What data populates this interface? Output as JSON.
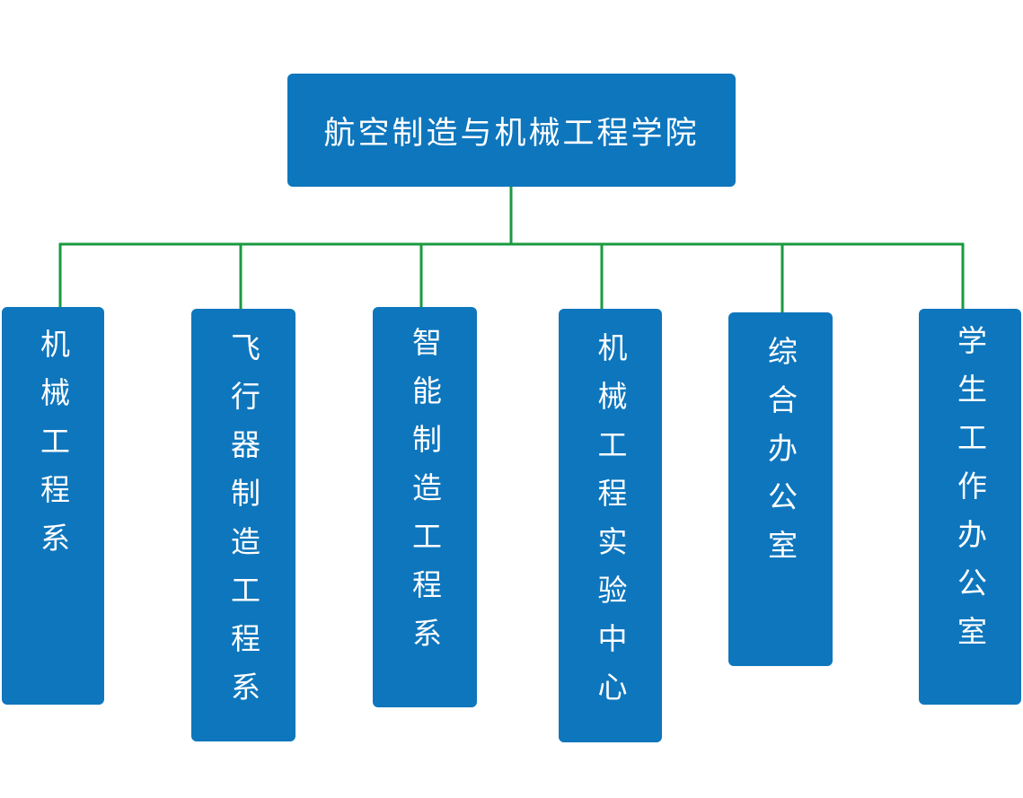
{
  "colors": {
    "box_fill": "#0e76bd",
    "connector": "#1a9a40",
    "text": "#ffffff"
  },
  "root": {
    "label": "航空制造与机械工程学院"
  },
  "units": [
    {
      "label": "机械工程系"
    },
    {
      "label": "飞行器制造工程系"
    },
    {
      "label": "智能制造工程系"
    },
    {
      "label": "机械工程实验中心"
    },
    {
      "label": "综合办公室"
    },
    {
      "label": "学生工作办公室"
    }
  ]
}
